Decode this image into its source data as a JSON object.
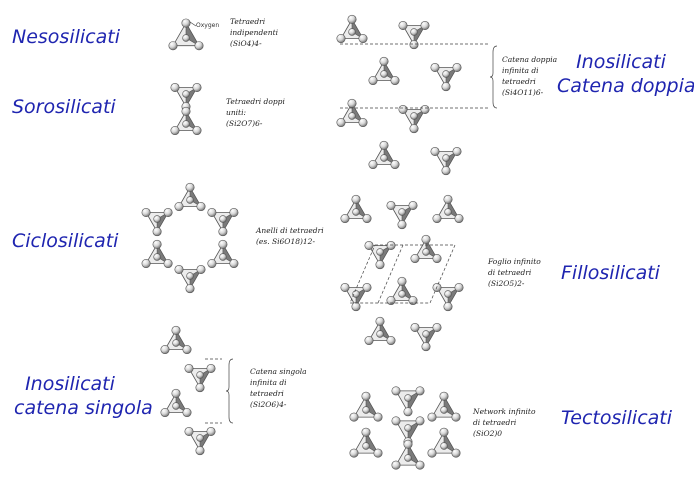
{
  "classes": {
    "nesosilicati": "Nesosilicati",
    "sorosilicati": "Sorosilicati",
    "ciclosilicati": "Ciclosilicati",
    "inosilicati_singola_1": "Inosilicati",
    "inosilicati_singola_2": "catena singola",
    "inosilicati_doppia_1": "Inosilicati",
    "inosilicati_doppia_2": "Catena doppia",
    "fillosilicati": "Fillosilicati",
    "tectosilicati": "Tectosilicati"
  },
  "captions": {
    "neso": [
      "Tetraedri",
      "indipendenti",
      "(SiO4)4-"
    ],
    "soro": [
      "Tetraedri  doppi",
      "uniti:",
      "(Si2O7)6-"
    ],
    "ciclo": [
      "Anelli di tetraedri",
      "(es. Si6O18)12-"
    ],
    "ino_single": [
      "Catena singola",
      "infinita di",
      "tetraedri",
      "(Si2O6)4-"
    ],
    "ino_double": [
      "Catena doppia",
      "infinita di",
      "tetraedri",
      "(Si4O11)6-"
    ],
    "fillo": [
      "Foglio infinito",
      "di tetraedri",
      "(Si2O5)2-"
    ],
    "tecto": [
      "Network infinito",
      "di tetraedri",
      "(SiO2)0"
    ]
  },
  "oxygen_label": "Oxygen",
  "colors": {
    "class_label": "#1f25b0",
    "caption": "#222222",
    "atom": "#d8d8d8",
    "face_dark": "#6e6e6e",
    "face_light": "#f2f2f2"
  }
}
